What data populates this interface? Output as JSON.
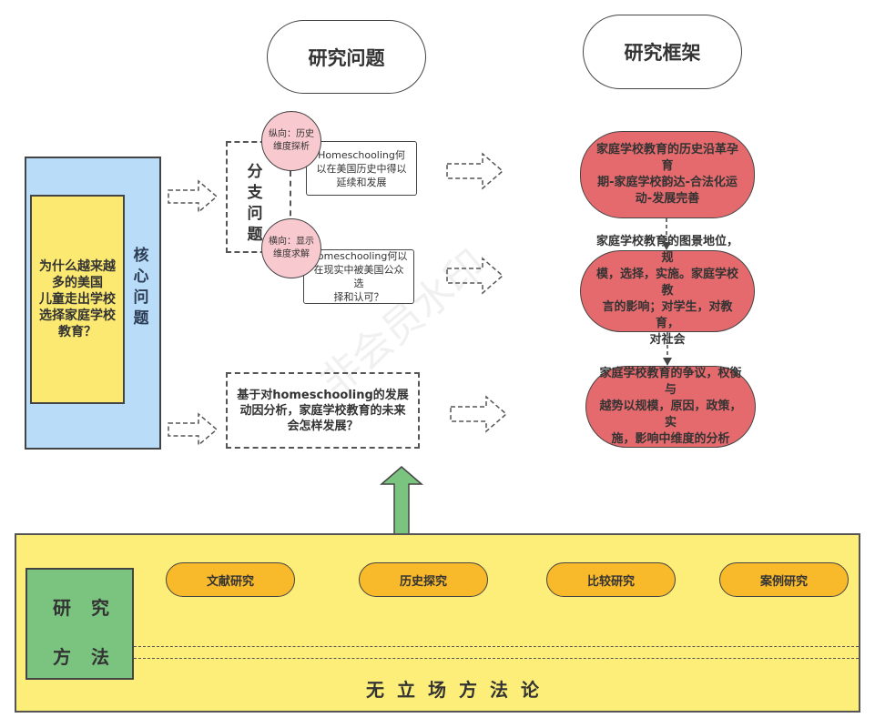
{
  "headers": {
    "questions": "研究问题",
    "framework": "研究框架"
  },
  "core": {
    "label": "核心问题",
    "label_chars": [
      "核",
      "心",
      "问",
      "题"
    ],
    "question_lines": [
      "为什么越来越",
      "多的美国",
      "儿童走出学校",
      "选择家庭学校",
      "教育？"
    ]
  },
  "branch": {
    "label_chars": [
      "分",
      "支",
      "问",
      "题"
    ],
    "vertical": {
      "circle_lines": [
        "纵向：历史",
        "维度探析"
      ],
      "question_lines": [
        "Homeschooling何",
        "以在美国历史中得以",
        "延续和发展"
      ]
    },
    "horizontal": {
      "circle_lines": [
        "横向：显示",
        "维度求解"
      ],
      "question_lines": [
        "Homeschooling何以",
        "在现实中被美国公众选",
        "择和认可？"
      ]
    }
  },
  "future_question_lines": [
    "基于对homeschooling的发展",
    "动因分析，家庭学校教育的未来",
    "会怎样发展？"
  ],
  "framework_items": [
    {
      "lines": [
        "家庭学校教育的历史沿革孕育",
        "期-家庭学校韵达-合法化运",
        "动-发展完善"
      ]
    },
    {
      "lines": [
        "家庭学校教育的图景地位，规",
        "模，选择，实施。家庭学校教",
        "言的影响；对学生，对教育，",
        "对社会"
      ]
    },
    {
      "lines": [
        "家庭学校教育的争议，权衡与",
        "越势以规模，原因，政策，实",
        "施，影响中维度的分析"
      ]
    }
  ],
  "methods": {
    "label_row1": [
      "研",
      "究"
    ],
    "label_row2": [
      "方",
      "法"
    ],
    "items": [
      "文献研究",
      "历史探究",
      "比较研究",
      "案例研究"
    ],
    "methodology": "无立场方法论"
  },
  "watermark": "非会员水印",
  "colors": {
    "core_outer": "#b9dcf8",
    "core_inner": "#fbe971",
    "circle": "#f8c9cf",
    "framework_box": "#e56a6d",
    "methods_panel": "#fdee7a",
    "method_label": "#7bc47f",
    "method_pill": "#f8b92b",
    "up_arrow": "#7bc47f"
  }
}
